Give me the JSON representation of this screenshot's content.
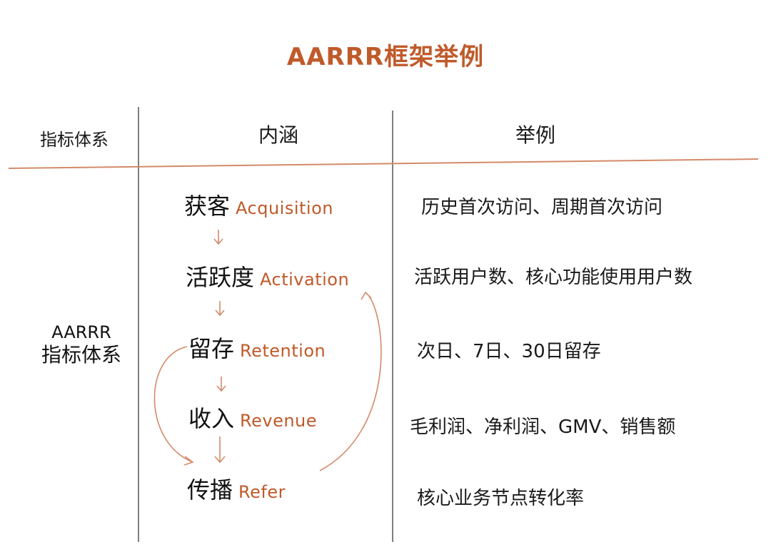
{
  "title": "AARRR框架举例",
  "headers": [
    "指标体系",
    "内涵",
    "举例"
  ],
  "side_label": {
    "en": "AARRR",
    "cn": "指标体系"
  },
  "stages": [
    {
      "cn": "获客",
      "en": "Acquisition",
      "example": "历史首次访问、周期首次访问"
    },
    {
      "cn": "活跃度",
      "en": "Activation",
      "example": "活跃用户数、核心功能使用用户数"
    },
    {
      "cn": "留存",
      "en": "Retention",
      "example": "次日、7日、30日留存"
    },
    {
      "cn": "收入",
      "en": "Revenue",
      "example": "毛利润、净利润、GMV、销售额"
    },
    {
      "cn": "传播",
      "en": "Refer",
      "example": "核心业务节点转化率"
    }
  ],
  "colors": {
    "accent": "#c05a2a",
    "line": "#d48a6a",
    "text": "#111111"
  }
}
